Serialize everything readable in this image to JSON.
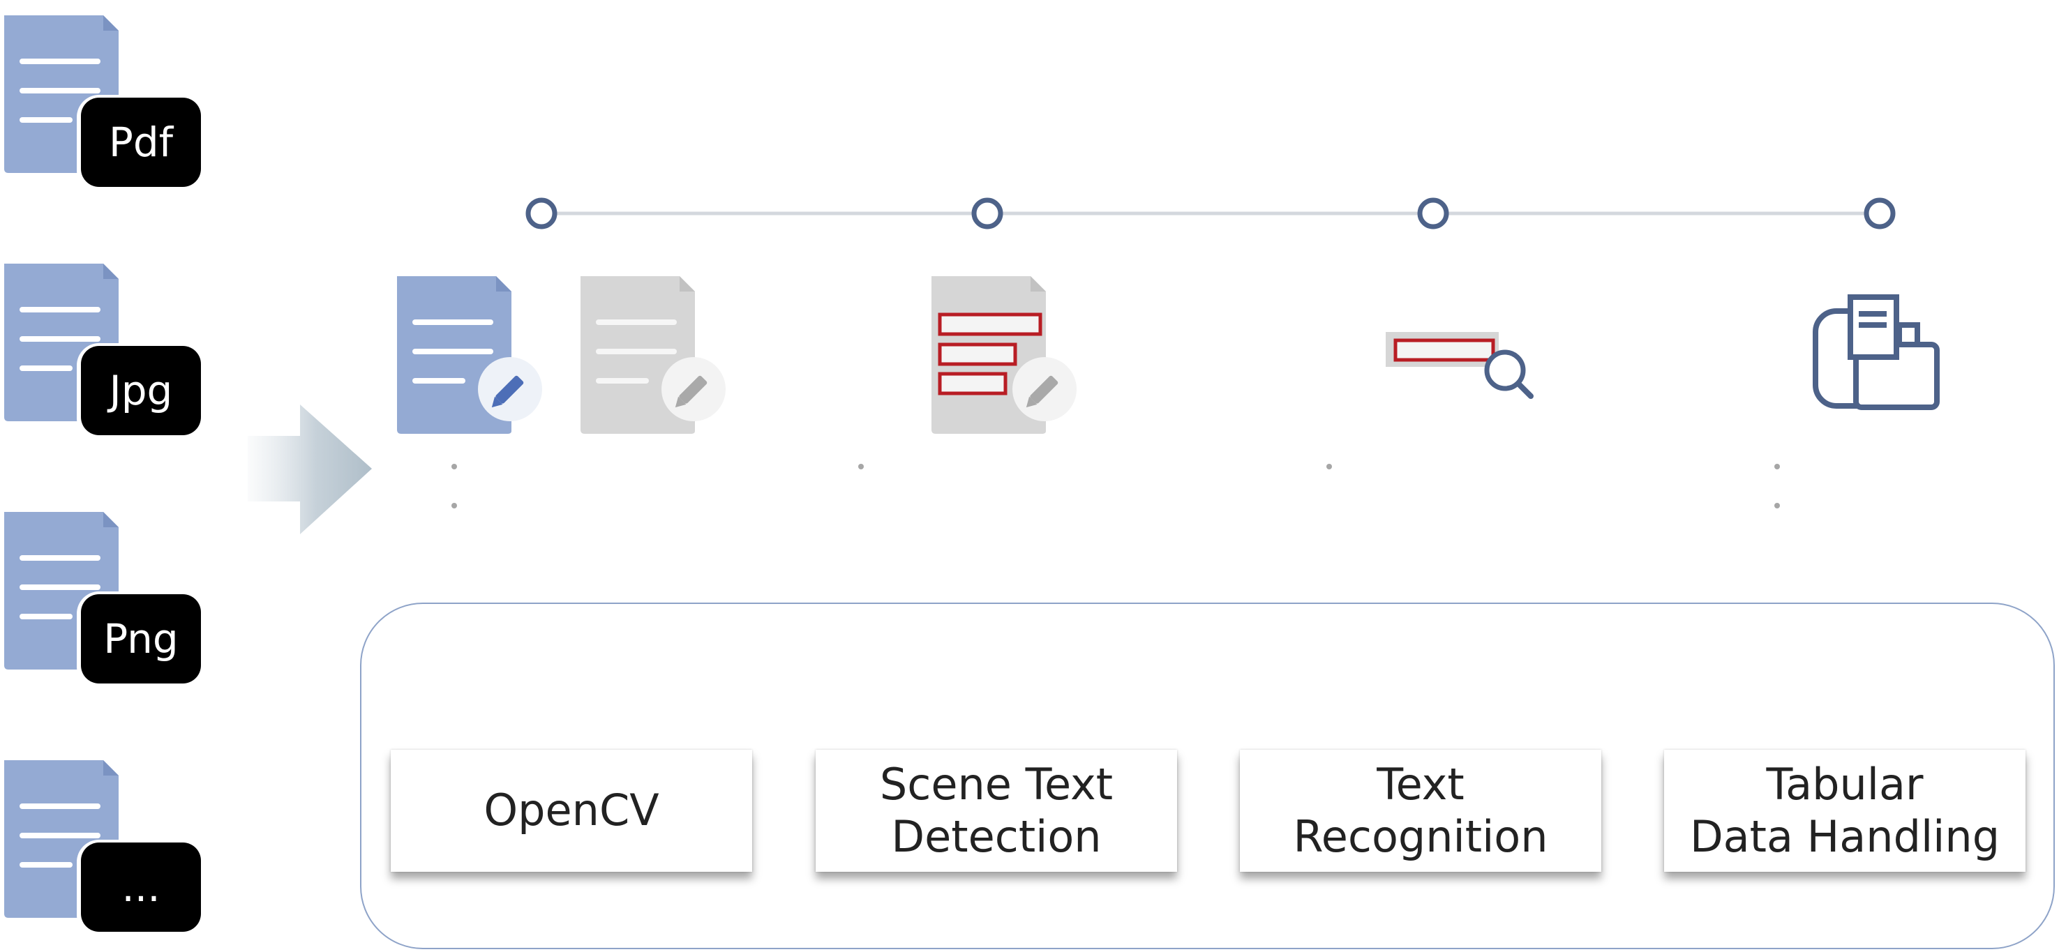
{
  "inputs": [
    {
      "ext": "Pdf"
    },
    {
      "ext": "Jpg"
    },
    {
      "ext": "Png"
    },
    {
      "ext": "..."
    }
  ],
  "modules": [
    {
      "label": "OpenCV"
    },
    {
      "label": "Scene Text\nDetection"
    },
    {
      "label": "Text\nRecognition"
    },
    {
      "label": "Tabular\nData Handling"
    }
  ],
  "colors": {
    "file_blue": "#94aad3",
    "badge": "#000000",
    "timeline_node": "#4d6289",
    "timeline_line": "#d4d8de",
    "detection_box": "#b81d24",
    "panel_border": "#8ea3c8"
  }
}
